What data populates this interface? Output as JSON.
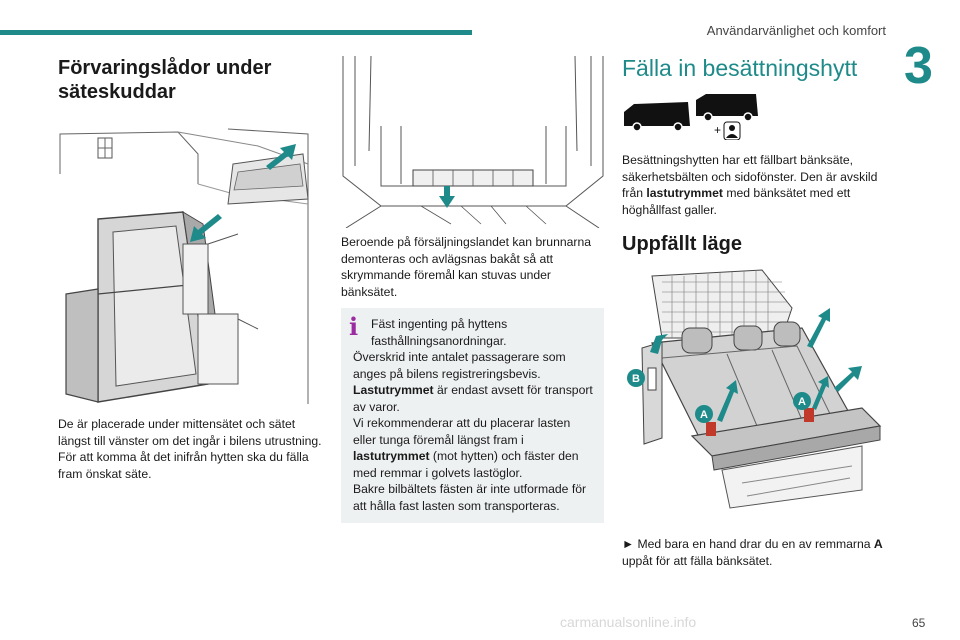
{
  "header": {
    "title": "Användarvänlighet och komfort",
    "chapter": "3",
    "page": "65"
  },
  "watermark": "carmanualsonline.info",
  "col1": {
    "heading": "Förvaringslådor under säteskuddar",
    "para": "De är placerade under mittensätet och sätet längst till vänster om det ingår i bilens utrustning. För att komma åt det inifrån hytten ska du fälla fram önskat säte."
  },
  "col2": {
    "para": "Beroende på försäljningslandet kan brunnarna demonteras och avlägsnas bakåt så att skrymmande föremål kan stuvas under bänksätet.",
    "info": {
      "line1": "Fäst ingenting på hyttens fasthållningsanordningar.",
      "line2": "Överskrid inte antalet passagerare som anges på bilens registreringsbevis.",
      "line3_bold": "Lastutrymmet",
      "line3_rest": " är endast avsett för transport av varor.",
      "line4_a": "Vi rekommenderar att du placerar lasten eller tunga föremål längst fram i ",
      "line4_bold": "lastutrymmet",
      "line4_b": " (mot hytten) och fäster den med remmar i golvets lastöglor.",
      "line5": "Bakre bilbältets fästen är inte utformade för att hålla fast lasten som transporteras."
    }
  },
  "col3": {
    "heading": "Fälla in besättningshytt",
    "para_a": "Besättningshytten har ett fällbart bänksäte, säkerhetsbälten och sidofönster. Den är avskild från ",
    "para_bold": "lastutrymmet",
    "para_b": " med bänksätet med ett höghållfast galler.",
    "subheading": "Uppfällt läge",
    "labelA": "A",
    "labelB": "B",
    "step_arrow": "►",
    "step_a": " Med bara en hand drar du en av remmarna ",
    "step_bold": "A",
    "step_b": " uppåt för att fälla bänksätet."
  }
}
